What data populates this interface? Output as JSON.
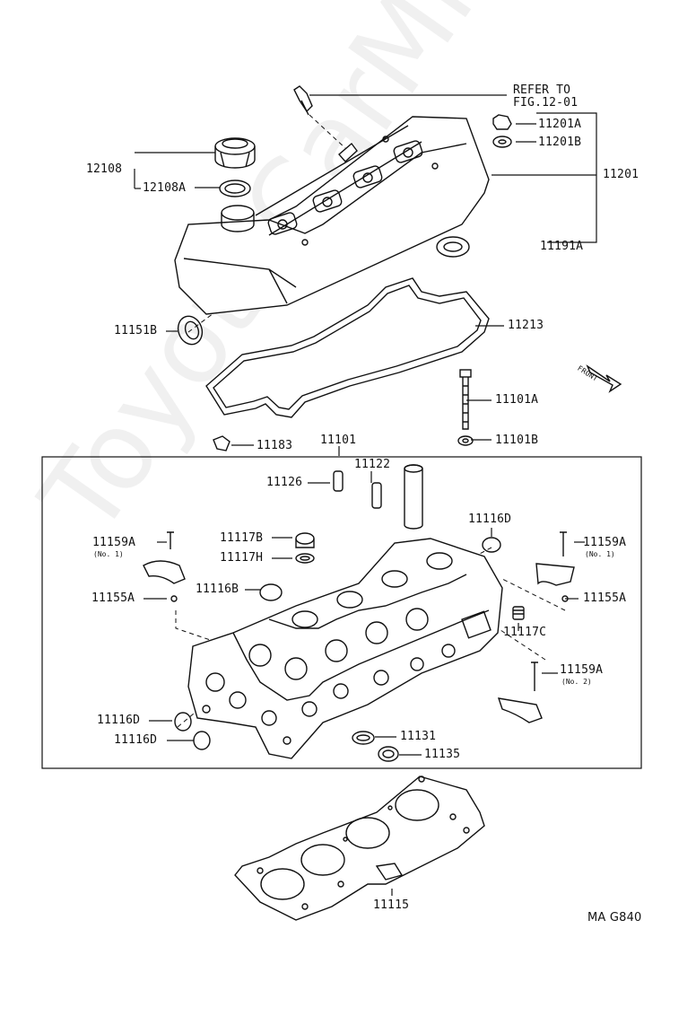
{
  "watermark": "ToyotaCarMine.ru",
  "code": "MA G840",
  "refer": {
    "line1": "REFER TO",
    "line2": "FIG.12-01"
  },
  "front_label": "FRONT",
  "labels": {
    "p12108": "12108",
    "p12108A": "12108A",
    "p11201A": "11201A",
    "p11201B": "11201B",
    "p11201": "11201",
    "p11191A": "11191A",
    "p11151B": "11151B",
    "p11213": "11213",
    "p11101A": "11101A",
    "p11101B": "11101B",
    "p11183": "11183",
    "p11101": "11101",
    "p11122": "11122",
    "p11126": "11126",
    "p11116D_top": "11116D",
    "p11159A_left": "11159A",
    "p11159A_right": "11159A",
    "p11117B": "11117B",
    "p11117H": "11117H",
    "p11116B": "11116B",
    "p11155A_left": "11155A",
    "p11155A_right": "11155A",
    "p11117C": "11117C",
    "p11159A_no2": "11159A",
    "p11116D_a": "11116D",
    "p11116D_b": "11116D",
    "p11131": "11131",
    "p11135": "11135",
    "p11115": "11115"
  },
  "sublabels": {
    "no1_left": "(No. 1)",
    "no1_right": "(No. 1)",
    "no2": "(No. 2)"
  }
}
